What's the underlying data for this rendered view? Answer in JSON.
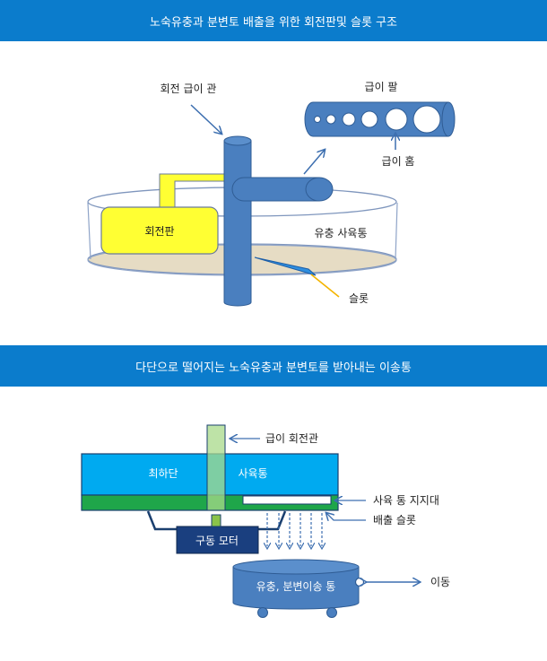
{
  "section1": {
    "title": "노숙유충과 분변토 배출을 위한 회전판및 슬롯 구조",
    "labels": {
      "rotating_pipe": "회전 급이 관",
      "feeding_arm": "급이 팔",
      "feeding_hole": "급이 홈",
      "rotating_plate": "회전판",
      "breeding_tank": "유충 사육통",
      "slot": "슬롯"
    }
  },
  "section2": {
    "title": "다단으로 떨어지는 노숙유충과 분변토를 받아내는 이송통",
    "labels": {
      "feeding_pipe": "급이 회전관",
      "bottom_tier": "최하단",
      "tank": "사육통",
      "support": "사육 통 지지대",
      "discharge_slot": "배출 슬롯",
      "motor": "구동 모터",
      "transfer_tank": "유충, 분변이송 통",
      "move": "이동"
    }
  }
}
